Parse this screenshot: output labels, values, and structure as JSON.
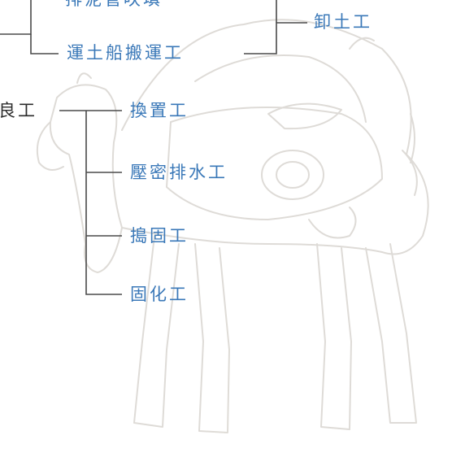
{
  "colors": {
    "line": "#4a4a4a",
    "label_blue": "#3a78b8",
    "label_dark": "#2b2b2b",
    "camel_sketch": "#c9c4bd"
  },
  "background": {
    "illustration": "camel-sketch",
    "opacity": 0.25
  },
  "diagram": {
    "top_left_label": "排泥管吹填",
    "top_right_label": "卸土工",
    "upper_mid_label": "運土船搬運工",
    "left_label": "改良工",
    "branches": [
      "換置工",
      "壓密排水工",
      "搗固工",
      "固化工"
    ]
  }
}
